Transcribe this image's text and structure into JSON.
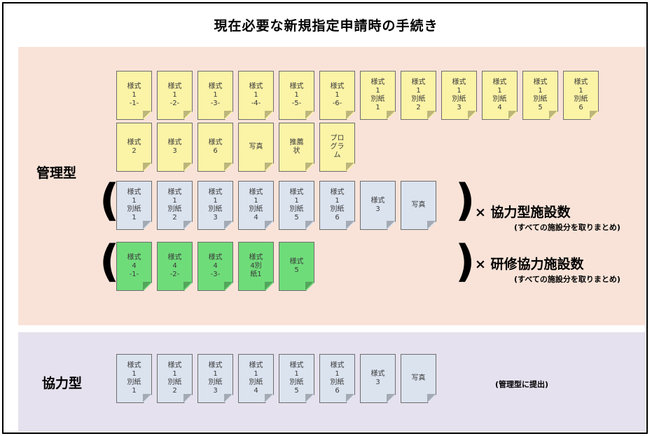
{
  "title": "現在必要な新規指定申請時の手続き",
  "management": {
    "label": "管理型",
    "row1": [
      "様式\n1\n-1-",
      "様式\n1\n-2-",
      "様式\n1\n-3-",
      "様式\n1\n-4-",
      "様式\n1\n-5-",
      "様式\n1\n-6-",
      "様式\n1\n別紙\n1",
      "様式\n1\n別紙\n2",
      "様式\n1\n別紙\n3",
      "様式\n1\n別紙\n4",
      "様式\n1\n別紙\n5",
      "様式\n1\n別紙\n6"
    ],
    "row2": [
      "様式\n2",
      "様式\n3",
      "様式\n6",
      "写真",
      "推薦\n状",
      "プロ\nグラ\nム"
    ],
    "row3": [
      "様式\n1\n別紙\n1",
      "様式\n1\n別紙\n2",
      "様式\n1\n別紙\n3",
      "様式\n1\n別紙\n4",
      "様式\n1\n別紙\n5",
      "様式\n1\n別紙\n6",
      "様式\n3",
      "写真"
    ],
    "row3_multiplier": "× 協力型施設数",
    "row3_note": "(すべての施設分を取りまとめ)",
    "row4": [
      "様式\n4\n-1-",
      "様式\n4\n-2-",
      "様式\n4\n-3-",
      "様式\n4別\n紙1",
      "様式\n5"
    ],
    "row4_multiplier": "× 研修協力施設数",
    "row4_note": "(すべての施設分を取りまとめ)"
  },
  "cooperation": {
    "label": "協力型",
    "row": [
      "様式\n1\n別紙\n1",
      "様式\n1\n別紙\n2",
      "様式\n1\n別紙\n3",
      "様式\n1\n別紙\n4",
      "様式\n1\n別紙\n5",
      "様式\n1\n別紙\n6",
      "様式\n3",
      "写真"
    ],
    "note": "(管理型に提出)"
  },
  "colors": {
    "yellow": "#fbf3a6",
    "blue": "#dbe3ef",
    "green": "#6fdc7a",
    "mgmt_band": "#f9e3d8",
    "coop_band": "#e6e1ee"
  }
}
